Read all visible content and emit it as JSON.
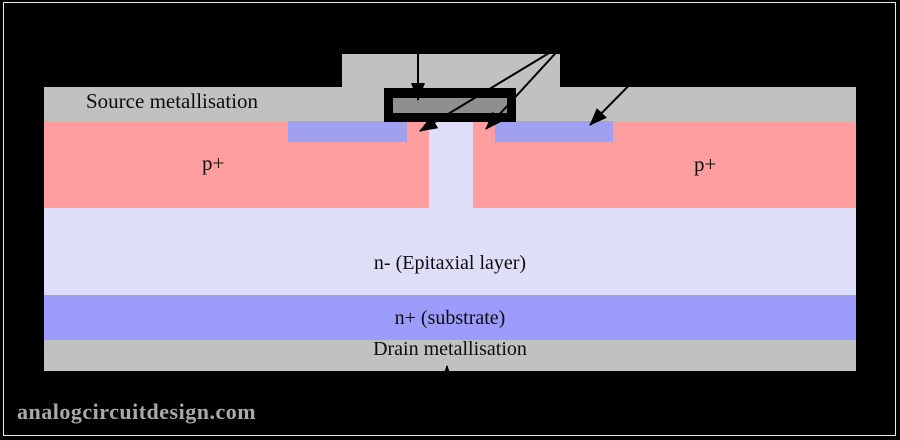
{
  "diagram": {
    "labels": {
      "source_metallisation": "Source metallisation",
      "p_plus_left": "p+",
      "p_plus_right": "p+",
      "n_epitaxial": "n- (Epitaxial layer)",
      "n_plus_substrate": "n+ (substrate)",
      "drain_metallisation": "Drain metallisation"
    },
    "watermark": "analogcircuitdesign.com",
    "colors": {
      "background": "#000000",
      "frame_border": "#e9e9e9",
      "metallisation_gray": "#c1c1c1",
      "gate_poly_gray": "#8f8f8f",
      "gate_outline_black": "#000000",
      "p_plus_pink": "#ff9e9e",
      "n_plus_blue": "#a0a0f0",
      "substrate_blue": "#9c9cfa",
      "epitaxial_lavender": "#dedef8",
      "arrow_black": "#000000",
      "watermark_gray": "#a9a9a9"
    }
  }
}
